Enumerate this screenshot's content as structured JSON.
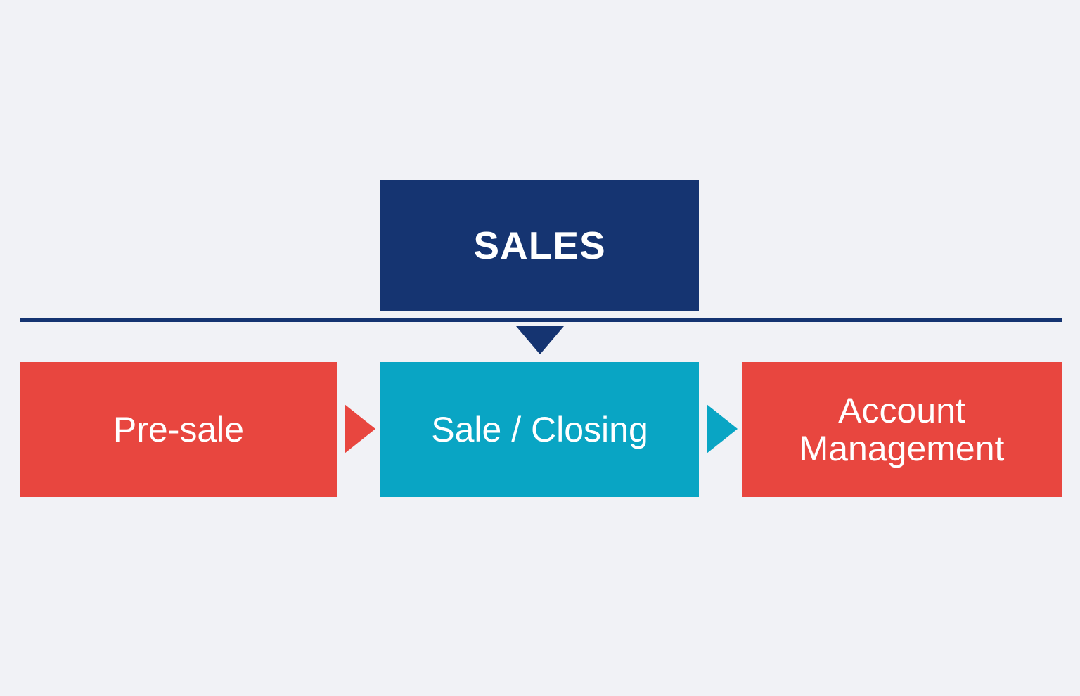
{
  "diagram": {
    "title": "SALES",
    "colors": {
      "background": "#f1f2f6",
      "navy": "#153471",
      "red": "#e8463f",
      "cyan": "#09a5c4",
      "text": "#ffffff"
    },
    "header": {
      "label": "SALES"
    },
    "divider": {
      "rule": "horizontal-navy-rule",
      "arrow": "down-triangle-navy"
    },
    "stages": [
      {
        "label": "Pre-sale",
        "color": "#e8463f",
        "name": "stage-pre-sale"
      },
      {
        "label": "Sale / Closing",
        "color": "#09a5c4",
        "name": "stage-sale-closing"
      },
      {
        "label": "Account\nManagement",
        "color": "#e8463f",
        "name": "stage-account-management"
      }
    ],
    "connectors": [
      {
        "name": "arrow-presale-to-sale",
        "color": "#e8463f",
        "direction": "right"
      },
      {
        "name": "arrow-sale-to-account",
        "color": "#09a5c4",
        "direction": "right"
      }
    ]
  }
}
